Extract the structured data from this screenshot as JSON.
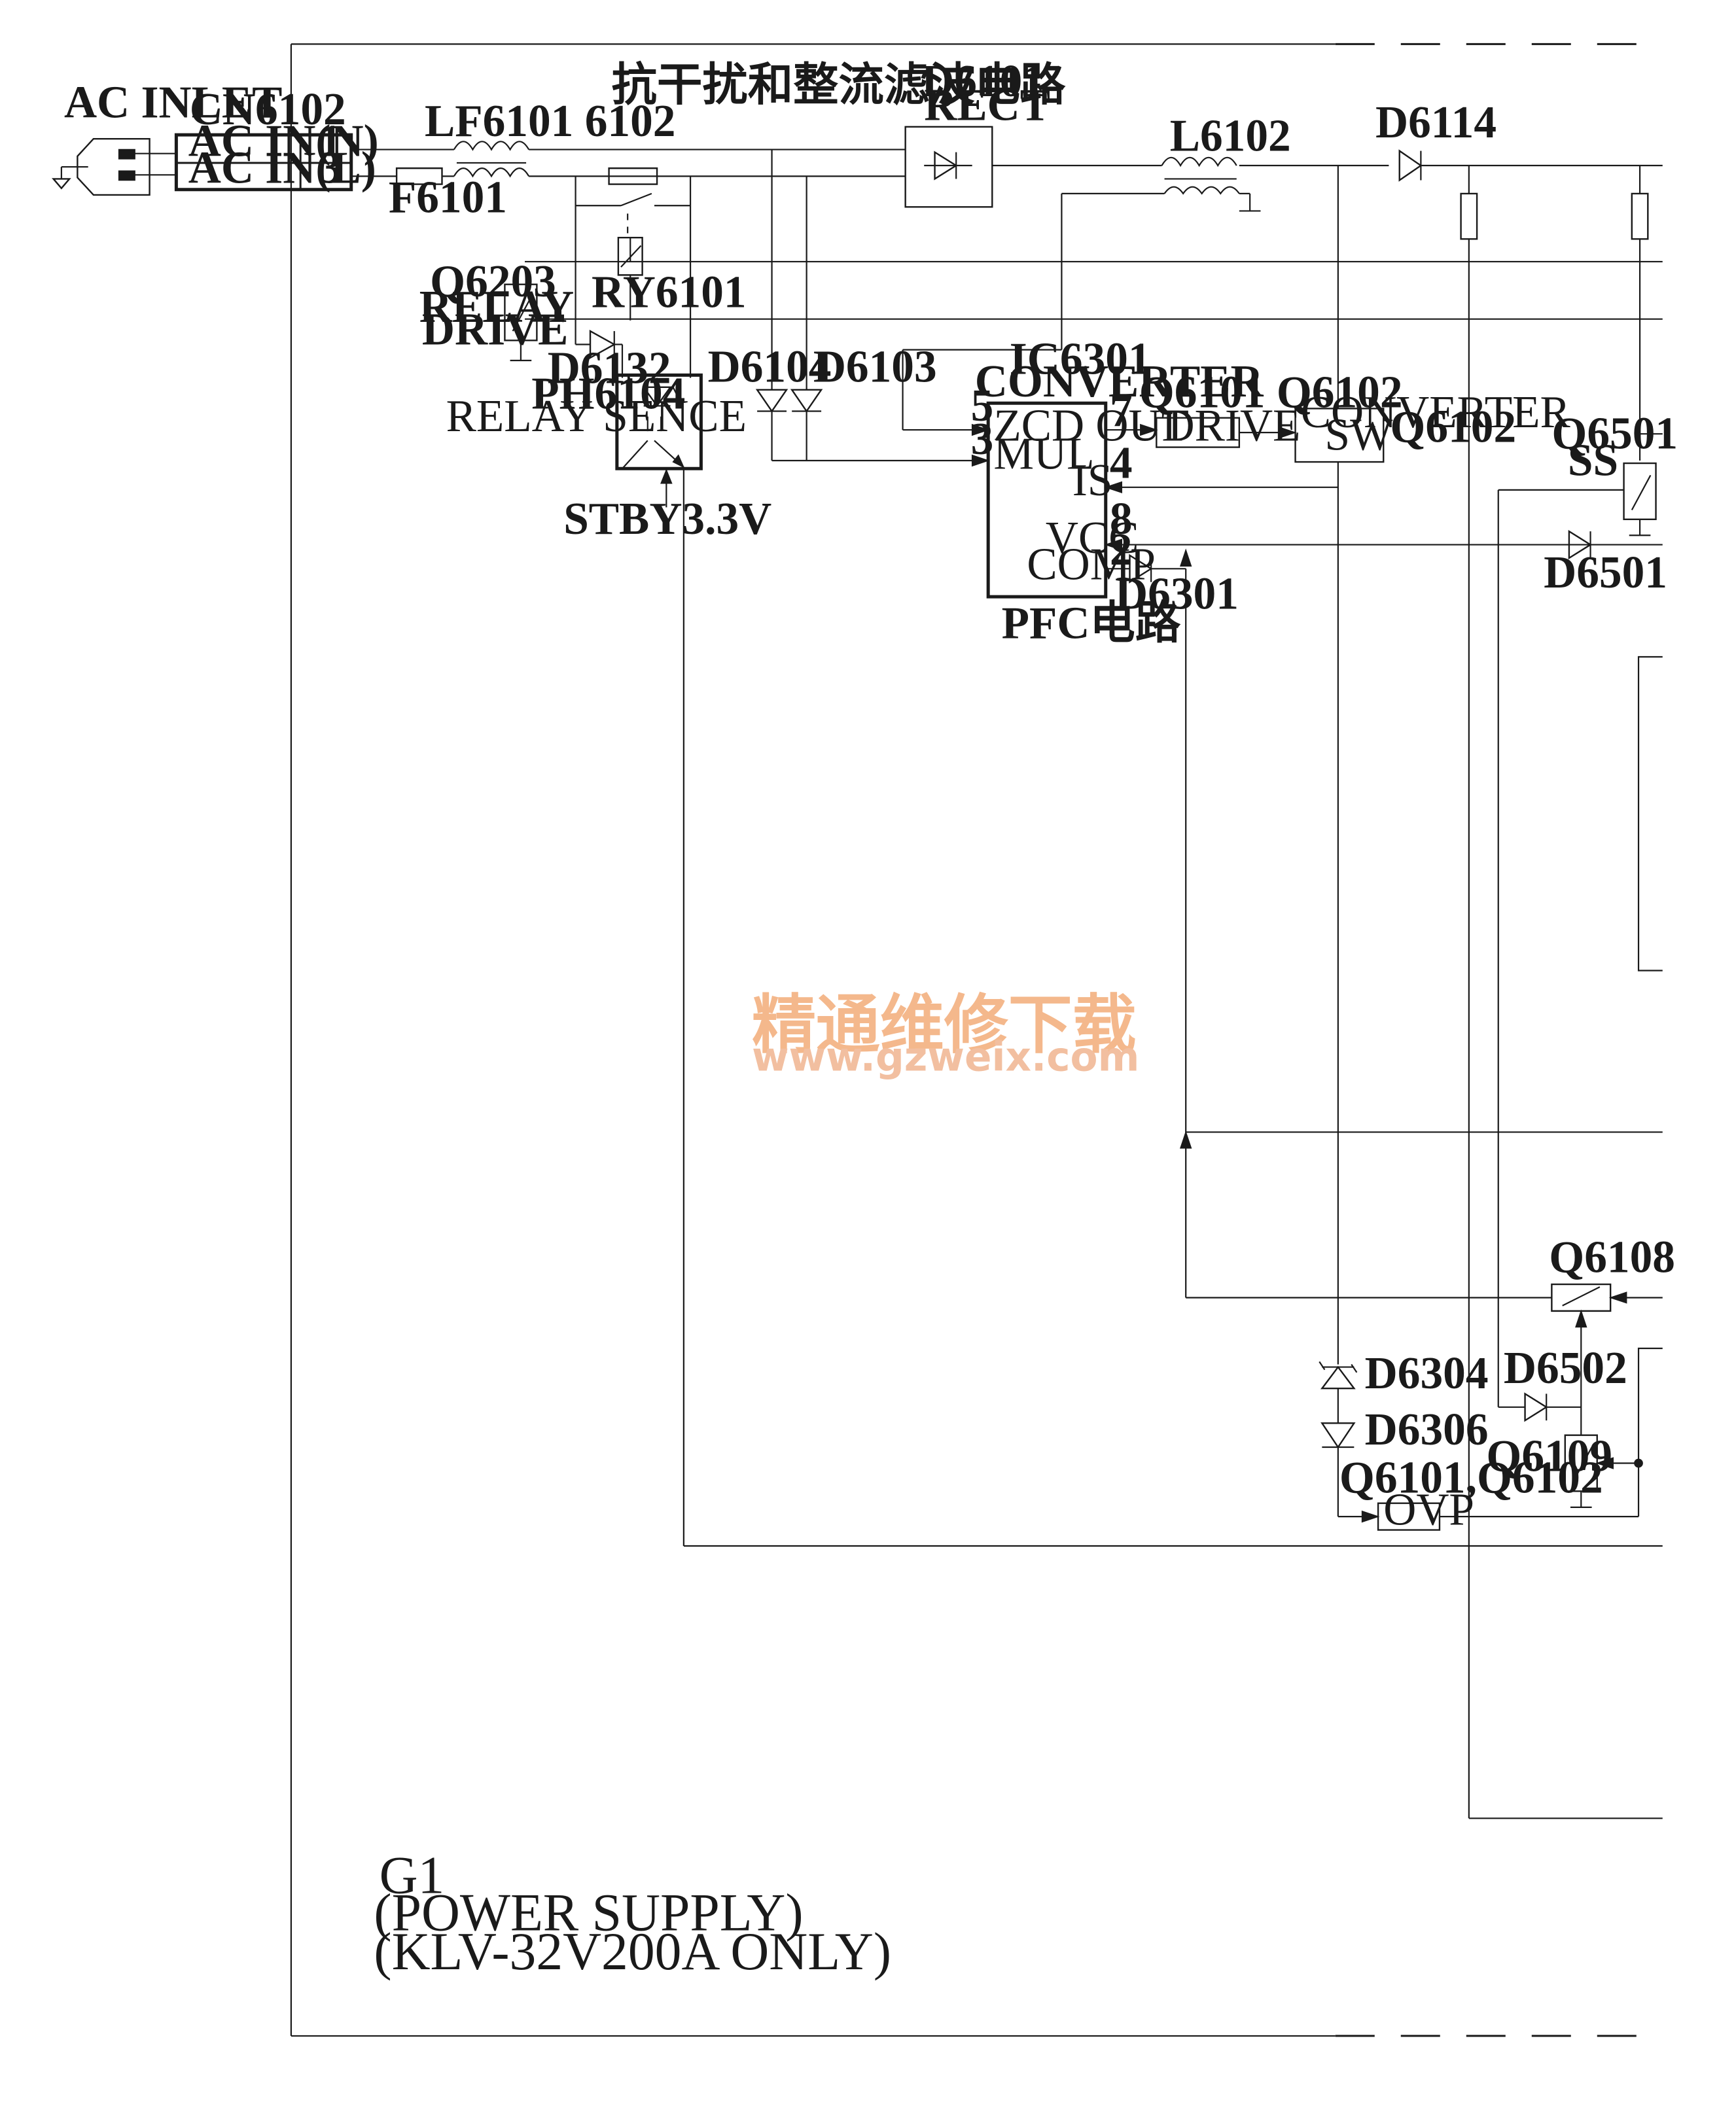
{
  "labels": {
    "ac_inlet": "AC INLET",
    "cn6102": "CN6102",
    "ac_in_n": "AC IN(N)",
    "ac_in_l": "AC IN(L)",
    "pin_1": "1",
    "pin_3": "3",
    "f6101": "F6101",
    "lf6101": "LF6101 6102",
    "filter_title": "抗干扰和整流滤波电路",
    "d6101": "D6101",
    "rect": "RECT",
    "l6102": "L6102",
    "d6114": "D6114",
    "ry6101": "RY6101",
    "q6203": "Q6203",
    "relay": "RELAY",
    "drive_lbl": "DRIVE",
    "d6132": "D6132",
    "ph6104": "PH6104",
    "relay_sence": "RELAY SENCE",
    "stby": "STBY3.3V",
    "d6104": "D6104",
    "d6103": "D6103",
    "ic6301": "IC6301",
    "converter": "CONVERTER",
    "pin5": "5",
    "pin3b": "3",
    "pin7": "7",
    "pin4": "4",
    "pin8": "8",
    "pin2": "2",
    "zcd_out": "ZCD OUT",
    "mul": "MUL",
    "is": "IS",
    "vcc": "VCC",
    "comp": "COMP",
    "pfc": "PFC电路",
    "d6301": "D6301",
    "q6101_q6102_top": "Q6101 Q6102",
    "drive_box": "DRIVE",
    "conv_box_1": "CONVERTER",
    "conv_box_2": "SW",
    "q6102": "Q6102",
    "q6501": "Q6501",
    "ss": "SS",
    "d6501": "D6501",
    "q6108": "Q6108",
    "d6502": "D6502",
    "q6109": "Q6109",
    "d6304": "D6304",
    "d6306": "D6306",
    "q6101_q6102_ovp": "Q6101,Q6102",
    "ovp": "OVP",
    "g1": "G1",
    "power_supply": "(POWER  SUPPLY)",
    "model": "(KLV-32V200A  ONLY)"
  },
  "watermark": {
    "cn": "精通维修下载",
    "url": "www.gzweix.com",
    "color": "#f4b88c"
  },
  "colors": {
    "ink": "#1a1a1a",
    "paper": "#ffffff"
  }
}
